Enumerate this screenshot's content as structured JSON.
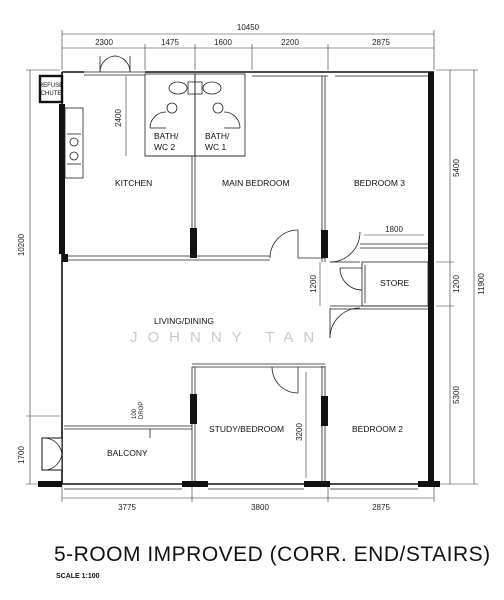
{
  "plan": {
    "title": "5-ROOM IMPROVED (CORR. END/STAIRS)",
    "scale": "SCALE  1:100",
    "watermark": "JOHNNY TAN",
    "rooms": {
      "kitchen": "KITCHEN",
      "bath_wc_2_line1": "BATH/",
      "bath_wc_2_line2": "WC 2",
      "bath_wc_1_line1": "BATH/",
      "bath_wc_1_line2": "WC 1",
      "main_bedroom": "MAIN BEDROOM",
      "bedroom_3": "BEDROOM 3",
      "store": "STORE",
      "living_dining": "LIVING/DINING",
      "study_bedroom": "STUDY/BEDROOM",
      "bedroom_2": "BEDROOM 2",
      "balcony": "BALCONY",
      "refuse_chute_line1": "REFUSE",
      "refuse_chute_line2": "CHUTE",
      "drop_line1": "100",
      "drop_line2": "DROP"
    },
    "dimensions": {
      "top_total": "10450",
      "top": [
        "2300",
        "1475",
        "1600",
        "2200",
        "2875"
      ],
      "left_total": "10200",
      "left_bottom": "1700",
      "kitchen_depth": "2400",
      "right_total": "11900",
      "right": [
        "5400",
        "1200",
        "5300"
      ],
      "bottom": [
        "3775",
        "3800",
        "2875"
      ],
      "store_width": "1800",
      "corridor": "1200",
      "study_depth": "3200"
    }
  }
}
